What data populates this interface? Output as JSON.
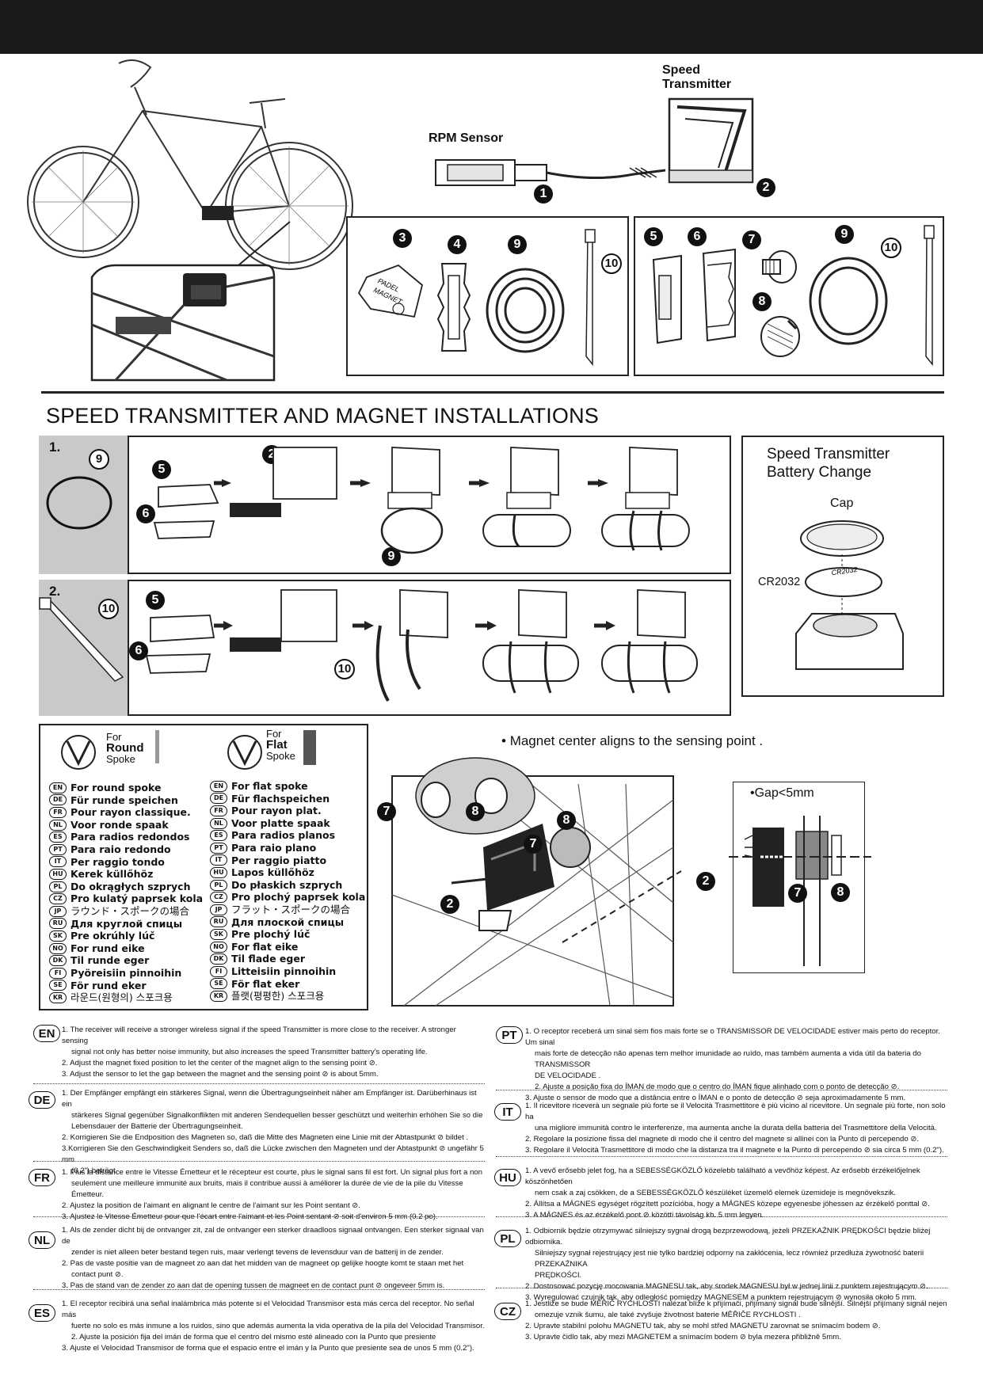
{
  "labels": {
    "speed_transmitter": "Speed\nTransmitter",
    "rpm_sensor": "RPM Sensor",
    "magnet_text_1": "PADEL",
    "magnet_text_2": "MAGNET"
  },
  "part_numbers": [
    "1",
    "2",
    "3",
    "4",
    "5",
    "6",
    "7",
    "8",
    "9",
    "10"
  ],
  "section_title": "SPEED TRANSMITTER  AND MAGNET INSTALLATIONS",
  "steps": {
    "step1": "1.",
    "step2": "2."
  },
  "battery": {
    "title_line1": "Speed Transmitter",
    "title_line2": "Battery Change",
    "cap": "Cap",
    "battery_model": "CR2032",
    "battery_label": "CR2032"
  },
  "magnet_note": "Magnet center aligns to the sensing point   .",
  "gap_note": "Gap<5mm",
  "round_header": {
    "line1": "For",
    "line2": "Round",
    "line3": "Spoke"
  },
  "flat_header": {
    "line1": "For",
    "line2": "Flat",
    "line3": "Spoke"
  },
  "round_spoke": [
    {
      "code": "EN",
      "text": "For round spoke"
    },
    {
      "code": "DE",
      "text": "Für runde speichen"
    },
    {
      "code": "FR",
      "text": "Pour rayon classique."
    },
    {
      "code": "NL",
      "text": "Voor ronde spaak"
    },
    {
      "code": "ES",
      "text": "Para radios redondos"
    },
    {
      "code": "PT",
      "text": "Para raio redondo"
    },
    {
      "code": "IT",
      "text": "Per raggio tondo"
    },
    {
      "code": "HU",
      "text": "Kerek küllőhöz"
    },
    {
      "code": "PL",
      "text": "Do okrągłych szprych"
    },
    {
      "code": "CZ",
      "text": "Pro kulatý paprsek kola"
    },
    {
      "code": "JP",
      "text": "ラウンド・スポークの場合"
    },
    {
      "code": "RU",
      "text": "Для круглой спицы"
    },
    {
      "code": "SK",
      "text": "Pre okrúhly lúč"
    },
    {
      "code": "NO",
      "text": "For rund eike"
    },
    {
      "code": "DK",
      "text": "Til runde eger"
    },
    {
      "code": "FI",
      "text": "Pyöreisiin pinnoihin"
    },
    {
      "code": "SE",
      "text": "För rund eker"
    },
    {
      "code": "KR",
      "text": "라운드(원형의) 스포크용"
    }
  ],
  "flat_spoke": [
    {
      "code": "EN",
      "text": "For flat spoke"
    },
    {
      "code": "DE",
      "text": "Für flachspeichen"
    },
    {
      "code": "FR",
      "text": "Pour rayon plat."
    },
    {
      "code": "NL",
      "text": "Voor platte spaak"
    },
    {
      "code": "ES",
      "text": "Para radios planos"
    },
    {
      "code": "PT",
      "text": "Para raio plano"
    },
    {
      "code": "IT",
      "text": "Per raggio piatto"
    },
    {
      "code": "HU",
      "text": "Lapos küllőhöz"
    },
    {
      "code": "PL",
      "text": "Do płaskich szprych"
    },
    {
      "code": "CZ",
      "text": "Pro plochý paprsek kola"
    },
    {
      "code": "JP",
      "text": "フラット・スポークの場合"
    },
    {
      "code": "RU",
      "text": "Для плоской спицы"
    },
    {
      "code": "SK",
      "text": "Pre plochý lúč"
    },
    {
      "code": "NO",
      "text": "For flat eike"
    },
    {
      "code": "DK",
      "text": "Til flade eger"
    },
    {
      "code": "FI",
      "text": "Litteisiin pinnoihin"
    },
    {
      "code": "SE",
      "text": "För flat eker"
    },
    {
      "code": "KR",
      "text": "플랫(평평한) 스포크용"
    }
  ],
  "instructions_left": [
    {
      "code": "EN",
      "lines": [
        "1. The receiver will receive a stronger wireless signal if the speed Transmitter is more close to the receiver. A stronger sensing",
        "signal not only has better noise immunity, but also increases the speed Transmitter battery's operating life.",
        "2. Adjust the magnet fixed position to let the center of the magnet align to the sensing point ⊘.",
        "3. Adjust the sensor to let the gap between the magnet and the sensing point ⊘ is about 5mm."
      ]
    },
    {
      "code": "DE",
      "lines": [
        "1. Der Empfänger empfängt ein stärkeres Signal, wenn die Übertragungseinheit näher am Empfänger ist. Darüberhinaus ist ein",
        "stärkeres Signal gegenüber Signalkonflikten mit anderen Sendequellen besser geschützt und weiterhin erhöhen Sie so die",
        "Lebensdauer der Batterie der Übertragungseinheit.",
        "2. Korrigieren Sie die Endposition des Magneten so, daß die Mitte des Magneten eine Linie mit der Abtastpunkt ⊘ bildet .",
        "3.Korrigieren Sie den Geschwindigkeit Senders so, daß die Lücke zwischen den Magneten und der Abtastpunkt ⊘ ungefähr 5 mm",
        "(0.2\") beträgt."
      ]
    },
    {
      "code": "FR",
      "lines": [
        "1. Plus la distance entre le Vitesse Émetteur et le récepteur est courte, plus le signal sans fil est fort. Un signal plus fort a non",
        "seulement une meilleure immunité aux bruits, mais il contribue aussi à améliorer la durée de vie de la pile du Vitesse Émetteur.",
        "2. Ajustez la position de l'aimant en alignant le centre de l'aimant sur les Point sentant ⊘.",
        "3. Ajustez le Vitesse Émetteur pour que l'écart entre l'aimant et les Point sentant ⊘ soit d'environ 5 mm (0.2 po)."
      ]
    },
    {
      "code": "NL",
      "lines": [
        "1. Als de zender dicht bij de ontvanger zit, zal de ontvanger een sterker draadloos signaal ontvangen. Een sterker signaal van de",
        "zender is niet alleen beter bestand tegen ruis, maar verlengt tevens de levensduur van de batterij in de zender.",
        "2. Pas de vaste positie van de magneet  zo aan dat het midden van de magneet op gelijke hoogte komt te staan met het",
        "contact punt ⊘.",
        "3. Pas de stand van de zender zo aan dat de opening tussen de magneet en de contact punt ⊘ ongeveer 5mm is."
      ]
    },
    {
      "code": "ES",
      "lines": [
        "1. El receptor recibirá una señal inalámbrica más potente si el Velocidad Transmisor esta más cerca del receptor. No señal más",
        "fuerte no solo es más inmune a los ruidos, sino que además aumenta la vida operativa de la pila del Velocidad Transmisor.",
        "2. Ajuste la posición fija del imán de forma que el centro del mismo esté alineado con la Punto que presiente",
        "3. Ajuste el Velocidad Transmisor de forma que el espacio entre el imán y la Punto que presiente      sea de unos 5 mm (0.2\")."
      ]
    }
  ],
  "instructions_right": [
    {
      "code": "PT",
      "lines": [
        "1. O receptor receberá um sinal sem fios mais forte se o TRANSMISSOR DE VELOCIDADE estiver mais perto do receptor. Um sinal",
        "mais forte de detecção não apenas tem melhor imunidade ao ruído, mas também aumenta a vida útil da bateria do TRANSMISSOR",
        "DE VELOCIDADE .",
        "2. Ajuste a posição fixa do ÍMAN de modo que o centro do ÍMAN  fique alinhado com o ponto de detecção ⊘.",
        "3. Ajuste o sensor de modo que a distância entre o ÍMAN  e o ponto de detecção ⊘ seja aproximadamente 5 mm."
      ]
    },
    {
      "code": "IT",
      "lines": [
        "1. Il ricevitore riceverà un segnale più forte se il Velocità Trasmettitore è più vicino al ricevitore. Un segnale più forte, non solo ha",
        "una migliore immunità contro le interferenze, ma aumenta anche la durata della batteria del Trasmettitore della Velocità.",
        "2. Regolare la posizione fissa del magnete di modo che il centro del magnete si allinei con la Punto di percependo ⊘.",
        "3. Regolare il Velocità Trasmettitore di modo che la distanza tra il magnete e la Punto di percependo  ⊘ sia circa 5 mm (0.2\")."
      ]
    },
    {
      "code": "HU",
      "lines": [
        "1. A vevő erősebb jelet fog, ha a SEBESSÉGKÖZLŐ közelebb található a vevőhöz képest. Az erősebb érzékelőjelnek köszönhetően",
        "nem csak a zaj csökken, de a SEBESSÉGKÖZLŐ készüléket üzemelő elemek üzemideje is megnövekszik.",
        "2. Állítsa a MÁGNES egységet rögzített pozícióba, hogy a MÁGNES közepe egyenesbe jöhessen az érzékelő ponttal ⊘.",
        "3. A MÁGNES és az érzékelő pont  ⊘ közötti távolság kb. 5 mm legyen."
      ]
    },
    {
      "code": "PL",
      "lines": [
        "1. Odbiornik będzie otrzymywać silniejszy sygnał drogą bezprzewodową, jeżeli PRZEKAŹNIK PRĘDKOŚCI będzie bliżej odbiornika.",
        "Silniejszy sygnał rejestrujący jest nie tylko bardziej odporny na zakłócenia, lecz również przedłuża żywotność baterii PRZEKAŹNIKA",
        "PRĘDKOŚCI.",
        "2. Dostosować pozycję mocowania MAGNESU tak, aby środek MAGNESU był w jednej linii z punktem rejestrującym ⊘.",
        "3. Wyregulować czujnik tak, aby odległość pomiędzy MAGNESEM a punktem rejestrującym ⊘ wynosiła około 5 mm."
      ]
    },
    {
      "code": "CZ",
      "lines": [
        "1. Jestliže se bude MĚŘIČ RYCHLOSTI  nalézat blíže k přijímači, přijímaný signál bude silnější. Silnější přijímaný signál nejen",
        "omezuje vznik šumu, ale také zvyšuje životnost baterie MĚŘIČE RYCHLOSTI .",
        "2. Upravte stabilní polohu MAGNETU  tak, aby se mohl střed MAGNETU zarovnat se snímacím bodem ⊘.",
        "3. Upravte čidlo tak, aby mezi MAGNETEM a snímacím bodem ⊘ byla mezera přibližně 5mm."
      ]
    }
  ]
}
